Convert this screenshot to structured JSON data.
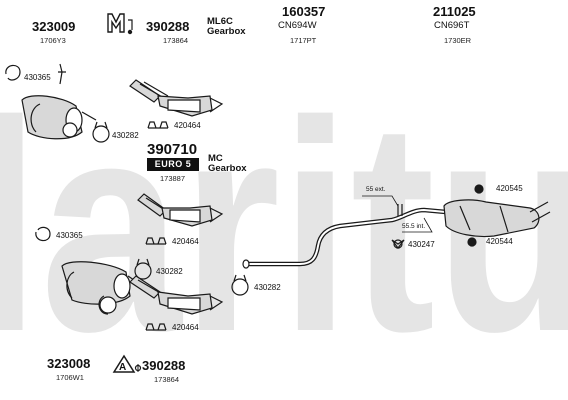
{
  "colors": {
    "watermark": "#e5e5e5",
    "line": "#1a1a1a",
    "fill": "#d8d8d8",
    "badge": "#111111"
  },
  "watermark": "laritu",
  "header": {
    "group1": {
      "part": "323009",
      "ref": "1706Y3"
    },
    "group2": {
      "icon": "engine-icon",
      "part": "390288",
      "ref": "173864",
      "tag_line1": "ML6C",
      "tag_line2": "Gearbox"
    },
    "group3": {
      "part": "160357",
      "code": "CN694W",
      "ref": "1717PT"
    },
    "group4": {
      "part": "211025",
      "code": "CN696T",
      "ref": "1730ER"
    }
  },
  "middle": {
    "part": "390710",
    "badge": "EURO 5",
    "ref": "173887",
    "tag_line1": "MC",
    "tag_line2": "Gearbox"
  },
  "footer": {
    "left": {
      "part": "323008",
      "ref": "1706W1"
    },
    "right": {
      "icon": "warning-icon",
      "part": "390288",
      "ref": "173864"
    }
  },
  "hardware": {
    "h430365_top": "430365",
    "h430282_top": "430282",
    "h420464_top": "420464",
    "h430365_mid": "430365",
    "h420464_mid": "420464",
    "h430282_mid": "430282",
    "h430282_right": "430282",
    "h420464_bot": "420464",
    "h430247": "430247",
    "h420545": "420545",
    "h420544": "420544"
  },
  "dimensions": {
    "ext": "55 ext.",
    "int": "55.5 int."
  }
}
